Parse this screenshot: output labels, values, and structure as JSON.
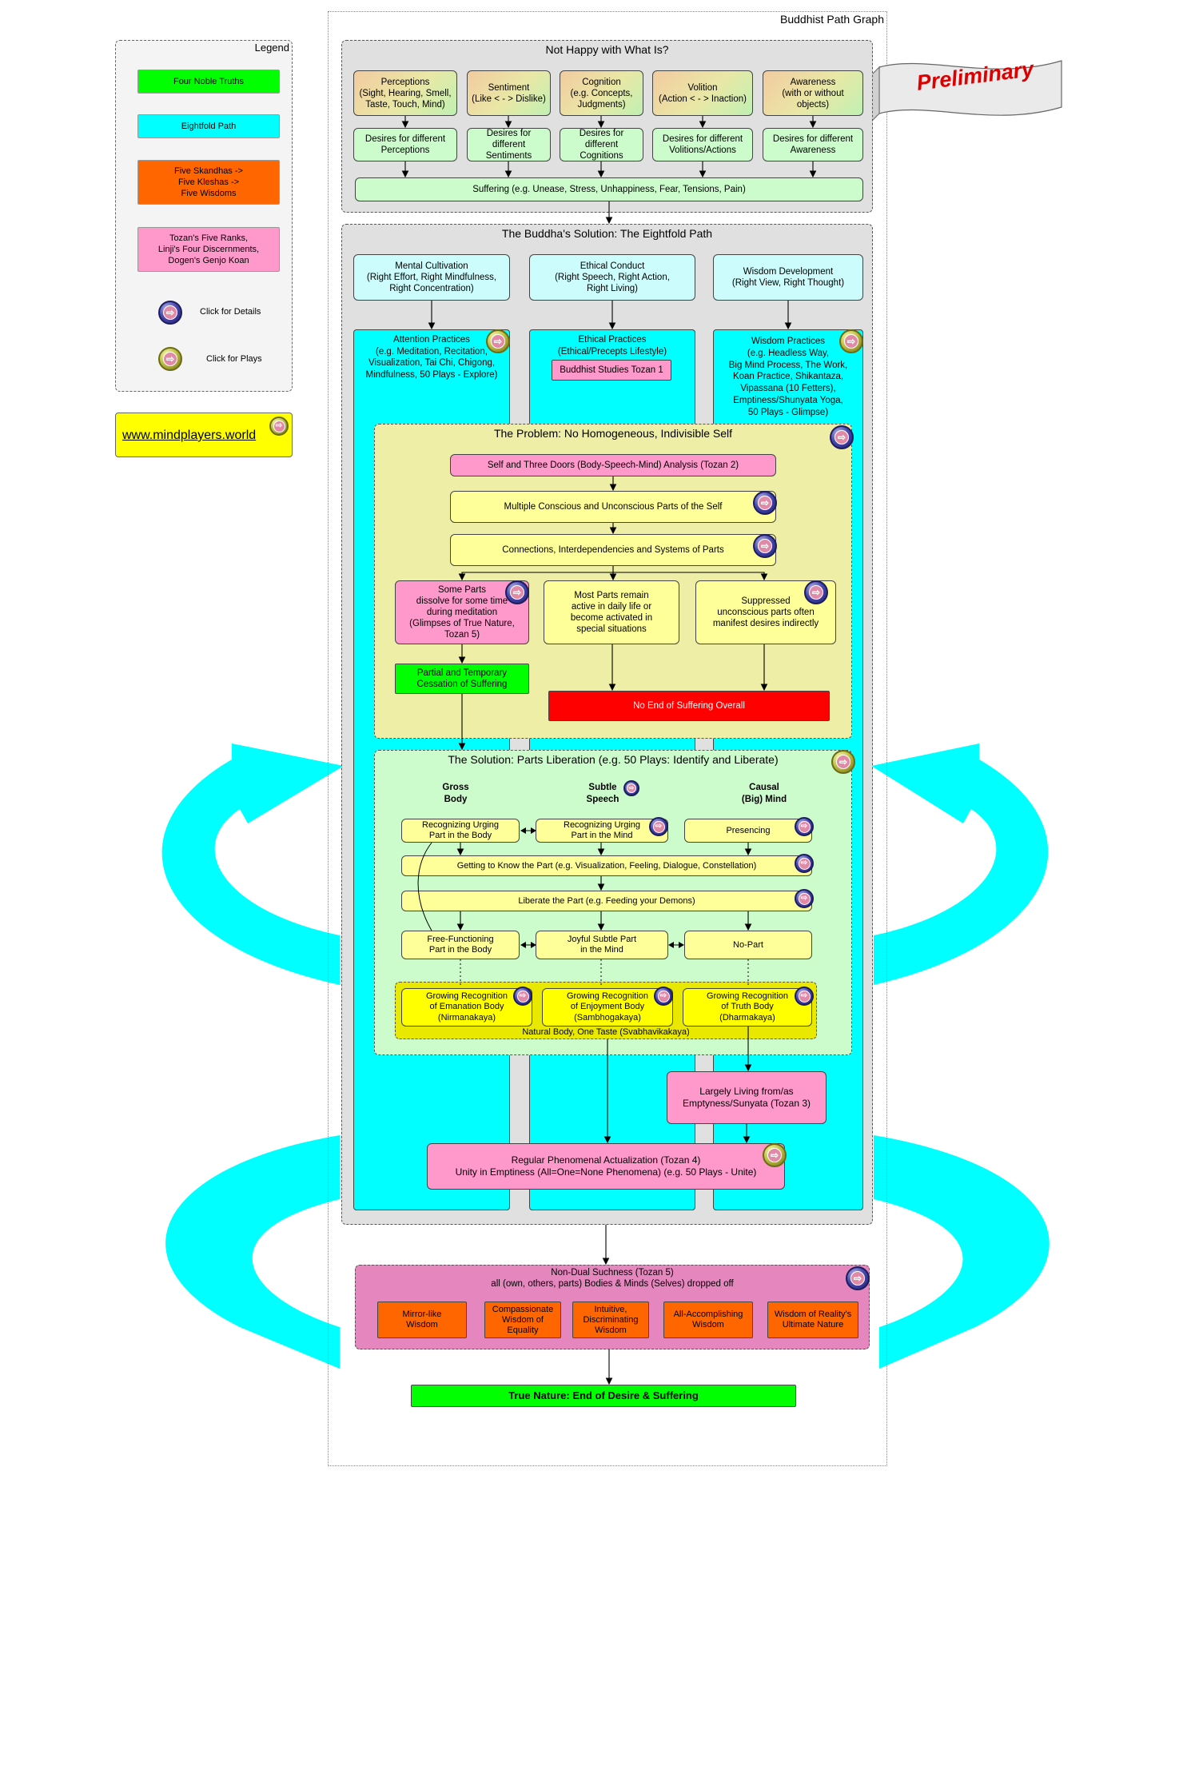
{
  "page": {
    "title": "Buddhist Path Graph"
  },
  "banner": {
    "text": "Preliminary"
  },
  "legend": {
    "title": "Legend",
    "items": [
      {
        "label": "Four Noble Truths",
        "color": "#00ff00"
      },
      {
        "label": "Eightfold Path",
        "color": "#00ffff"
      },
      {
        "label": "Five Skandhas ->\nFive Kleshas ->\nFive Wisdoms",
        "color": "#ff6600"
      },
      {
        "label": "Tozan's Five Ranks,\nLinji's Four Discernments,\nDogen's Genjo Koan",
        "color": "#ff99cc"
      }
    ],
    "details_label": "Click for Details",
    "plays_label": "Click for Plays"
  },
  "link": {
    "text": "www.mindplayers.world"
  },
  "unhappy": {
    "title": "Not Happy with What Is?",
    "skandhas": [
      "Perceptions\n(Sight, Hearing, Smell,\nTaste, Touch, Mind)",
      "Sentiment\n(Like < - > Dislike)",
      "Cognition\n(e.g. Concepts,\nJudgments)",
      "Volition\n(Action < - > Inaction)",
      "Awareness\n(with or without\nobjects)"
    ],
    "desires": [
      "Desires for different\nPerceptions",
      "Desires for different\nSentiments",
      "Desires for different\nCognitions",
      "Desires for different\nVolitions/Actions",
      "Desires for different\nAwareness"
    ],
    "suffering": "Suffering (e.g. Unease, Stress, Unhappiness, Fear, Tensions, Pain)"
  },
  "solution": {
    "title": "The Buddha's Solution: The Eightfold Path",
    "columns": [
      "Mental Cultivation\n(Right Effort, Right Mindfulness,\nRight Concentration)",
      "Ethical Conduct\n(Right Speech, Right Action,\nRight Living)",
      "Wisdom Development\n(Right View, Right Thought)"
    ],
    "practices": [
      "Attention Practices\n(e.g. Meditation, Recitation,\nVisualization, Tai Chi,  Chigong,\nMindfulness, 50 Plays - Explore)",
      "Ethical Practices\n(Ethical/Precepts Lifestyle)",
      "Wisdom Practices\n(e.g. Headless Way,\nBig Mind Process, The Work,\nKoan Practice, Shikantaza,\nVipassana (10 Fetters),\nEmptiness/Shunyata Yoga,\n50 Plays - Glimpse)"
    ],
    "tozan1": "Buddhist Studies Tozan 1"
  },
  "problem": {
    "title": "The Problem: No Homogeneous, Indivisible Self",
    "analysis": "Self and Three Doors (Body-Speech-Mind) Analysis (Tozan 2)",
    "multiple": "Multiple Conscious and Unconscious Parts of the Self",
    "connections": "Connections, Interdependencies and Systems of Parts",
    "some": "Some Parts\ndissolve for some time\nduring meditation\n(Glimpses of True Nature,\nTozan 5)",
    "most": "Most Parts remain\nactive in daily life or\nbecome activated in\nspecial situations",
    "suppressed": "Suppressed\nunconscious parts often\nmanifest desires indirectly",
    "partial": "Partial and Temporary\nCessation of Suffering",
    "noend": "No End of Suffering Overall"
  },
  "liberation": {
    "title": "The Solution: Parts Liberation    (e.g. 50 Plays: Identify and Liberate)",
    "headers": [
      "Gross\nBody",
      "Subtle\nSpeech",
      "Causal\n(Big) Mind"
    ],
    "recog_body": "Recognizing Urging\nPart in the Body",
    "recog_mind": "Recognizing Urging\nPart in the Mind",
    "presencing": "Presencing",
    "getting": "Getting to Know the Part (e.g. Visualization, Feeling, Dialogue, Constellation)",
    "liberate": "Liberate the Part (e.g. Feeding your Demons)",
    "free": "Free-Functioning\nPart  in the Body",
    "joyful": "Joyful Subtle Part\nin the Mind",
    "nopart": "No-Part",
    "growing": [
      "Growing Recognition\nof Emanation Body\n(Nirmanakaya)",
      "Growing Recognition\nof Enjoyment Body\n(Sambhogakaya)",
      "Growing Recognition\nof Truth Body\n(Dharmakaya)"
    ],
    "natural": "Natural Body, One Taste (Svabhavikakaya)"
  },
  "living": "Largely Living from/as\nEmptyness/Sunyata (Tozan 3)",
  "regular": "Regular Phenomenal Actualization (Tozan 4)\nUnity in Emptiness (All=One=None Phenomena) (e.g. 50 Plays - Unite)",
  "nondual": {
    "title": "Non-Dual Suchness (Tozan 5)\nall (own, others, parts) Bodies & Minds (Selves) dropped off",
    "wisdoms": [
      "Mirror-like\nWisdom",
      "Compassionate\nWisdom of\nEquality",
      "Intuitive,\nDiscriminating\nWisdom",
      "All-Accomplishing\nWisdom",
      "Wisdom of Reality's\nUltimate Nature"
    ]
  },
  "truenature": "True Nature: End of Desire & Suffering"
}
